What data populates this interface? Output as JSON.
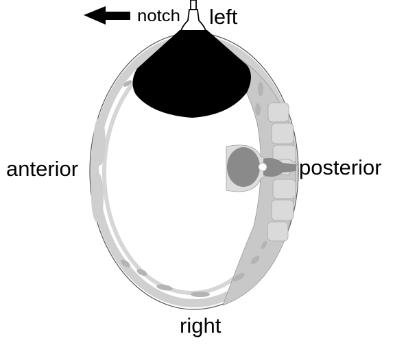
{
  "labels": {
    "notch": "notch",
    "left": "left",
    "anterior": "anterior",
    "posterior": "posterior",
    "right": "right"
  },
  "colors": {
    "outline": "#555555",
    "bone_light": "#d0d0d0",
    "bone_mid": "#b4b4b4",
    "vertebra": "#8a8a8a",
    "beam": "#000000",
    "background": "#ffffff"
  },
  "icons": {
    "notch_marker": "arrow-left-icon",
    "probe": "ultrasound-probe-icon"
  }
}
